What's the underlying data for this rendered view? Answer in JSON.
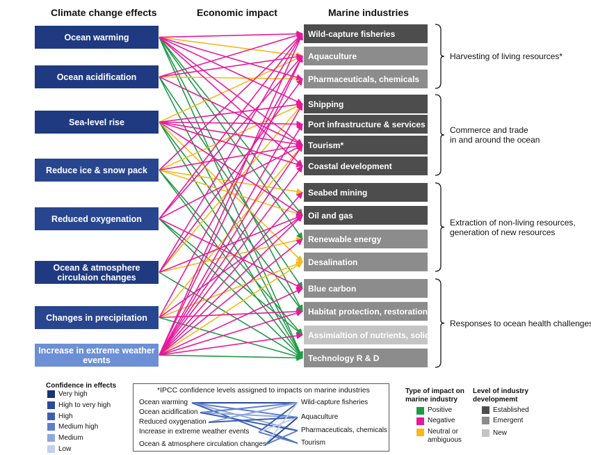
{
  "headers": {
    "effects": "Climate change effects",
    "impact": "Economic impact",
    "industries": "Marine industries"
  },
  "effects": [
    {
      "label": "Ocean warming",
      "color": "#1f3a80"
    },
    {
      "label": "Ocean acidification",
      "color": "#1f3a80"
    },
    {
      "label": "Sea-level rise",
      "color": "#1f3a80"
    },
    {
      "label": "Reduce ice & snow pack",
      "color": "#28468f"
    },
    {
      "label": "Reduced oxygenation",
      "color": "#28468f"
    },
    {
      "label": "Ocean & atmosphere circulaion changes",
      "color": "#1f3a80"
    },
    {
      "label": "Changes in precipitation",
      "color": "#28468f"
    },
    {
      "label": "Increase in extreme weather events",
      "color": "#6c8fd6"
    }
  ],
  "industries": [
    {
      "label": "Wild-capture fisheries",
      "level": "established"
    },
    {
      "label": "Aquaculture",
      "level": "emergent"
    },
    {
      "label": "Pharmaceuticals, chemicals",
      "level": "emergent"
    },
    {
      "label": "Shipping",
      "level": "established"
    },
    {
      "label": "Port infrastructure & services",
      "level": "established"
    },
    {
      "label": "Tourism*",
      "level": "established"
    },
    {
      "label": "Coastal development",
      "level": "established"
    },
    {
      "label": "Seabed mining",
      "level": "established"
    },
    {
      "label": "Oil and gas",
      "level": "established"
    },
    {
      "label": "Renewable energy",
      "level": "emergent"
    },
    {
      "label": "Desalination",
      "level": "emergent"
    },
    {
      "label": "Blue carbon",
      "level": "emergent"
    },
    {
      "label": "Habitat protection, restoration",
      "level": "emergent"
    },
    {
      "label": "Assimialtion of nutrients, solid waste",
      "level": "new"
    },
    {
      "label": "Technology R & D",
      "level": "emergent"
    }
  ],
  "groups": [
    {
      "label": "Harvesting of living resources*",
      "first": 0,
      "last": 2
    },
    {
      "label": "Commerce and trade\nin and around the ocean",
      "first": 3,
      "last": 6
    },
    {
      "label": "Extraction of non-living resources,\ngeneration of new resources",
      "first": 7,
      "last": 10
    },
    {
      "label": "Responses to ocean health challenges",
      "first": 11,
      "last": 14
    }
  ],
  "impact_colors": {
    "positive": "#1f9a48",
    "negative": "#e6199b",
    "neutral": "#f6b91a"
  },
  "links": [
    {
      "from": 0,
      "to": 0,
      "type": "negative"
    },
    {
      "from": 0,
      "to": 1,
      "type": "neutral"
    },
    {
      "from": 0,
      "to": 2,
      "type": "negative"
    },
    {
      "from": 0,
      "to": 3,
      "type": "negative"
    },
    {
      "from": 0,
      "to": 5,
      "type": "negative"
    },
    {
      "from": 0,
      "to": 6,
      "type": "negative"
    },
    {
      "from": 0,
      "to": 8,
      "type": "positive"
    },
    {
      "from": 0,
      "to": 9,
      "type": "positive"
    },
    {
      "from": 0,
      "to": 12,
      "type": "positive"
    },
    {
      "from": 0,
      "to": 14,
      "type": "positive"
    },
    {
      "from": 1,
      "to": 0,
      "type": "negative"
    },
    {
      "from": 1,
      "to": 1,
      "type": "negative"
    },
    {
      "from": 1,
      "to": 2,
      "type": "neutral"
    },
    {
      "from": 1,
      "to": 5,
      "type": "negative"
    },
    {
      "from": 1,
      "to": 11,
      "type": "positive"
    },
    {
      "from": 1,
      "to": 14,
      "type": "positive"
    },
    {
      "from": 2,
      "to": 1,
      "type": "neutral"
    },
    {
      "from": 2,
      "to": 3,
      "type": "negative"
    },
    {
      "from": 2,
      "to": 4,
      "type": "negative"
    },
    {
      "from": 2,
      "to": 5,
      "type": "negative"
    },
    {
      "from": 2,
      "to": 6,
      "type": "negative"
    },
    {
      "from": 2,
      "to": 8,
      "type": "negative"
    },
    {
      "from": 2,
      "to": 10,
      "type": "neutral"
    },
    {
      "from": 2,
      "to": 12,
      "type": "positive"
    },
    {
      "from": 2,
      "to": 14,
      "type": "positive"
    },
    {
      "from": 3,
      "to": 0,
      "type": "negative"
    },
    {
      "from": 3,
      "to": 3,
      "type": "neutral"
    },
    {
      "from": 3,
      "to": 5,
      "type": "negative"
    },
    {
      "from": 3,
      "to": 7,
      "type": "neutral"
    },
    {
      "from": 3,
      "to": 8,
      "type": "neutral"
    },
    {
      "from": 3,
      "to": 13,
      "type": "positive"
    },
    {
      "from": 3,
      "to": 14,
      "type": "positive"
    },
    {
      "from": 4,
      "to": 0,
      "type": "negative"
    },
    {
      "from": 4,
      "to": 1,
      "type": "negative"
    },
    {
      "from": 4,
      "to": 5,
      "type": "negative"
    },
    {
      "from": 4,
      "to": 11,
      "type": "negative"
    },
    {
      "from": 4,
      "to": 13,
      "type": "positive"
    },
    {
      "from": 4,
      "to": 14,
      "type": "positive"
    },
    {
      "from": 5,
      "to": 0,
      "type": "negative"
    },
    {
      "from": 5,
      "to": 2,
      "type": "negative"
    },
    {
      "from": 5,
      "to": 3,
      "type": "neutral"
    },
    {
      "from": 5,
      "to": 8,
      "type": "negative"
    },
    {
      "from": 5,
      "to": 9,
      "type": "neutral"
    },
    {
      "from": 5,
      "to": 14,
      "type": "positive"
    },
    {
      "from": 6,
      "to": 1,
      "type": "negative"
    },
    {
      "from": 6,
      "to": 5,
      "type": "neutral"
    },
    {
      "from": 6,
      "to": 8,
      "type": "negative"
    },
    {
      "from": 6,
      "to": 10,
      "type": "neutral"
    },
    {
      "from": 6,
      "to": 12,
      "type": "negative"
    },
    {
      "from": 6,
      "to": 14,
      "type": "positive"
    },
    {
      "from": 7,
      "to": 0,
      "type": "negative"
    },
    {
      "from": 7,
      "to": 1,
      "type": "negative"
    },
    {
      "from": 7,
      "to": 3,
      "type": "negative"
    },
    {
      "from": 7,
      "to": 4,
      "type": "negative"
    },
    {
      "from": 7,
      "to": 5,
      "type": "negative"
    },
    {
      "from": 7,
      "to": 6,
      "type": "negative"
    },
    {
      "from": 7,
      "to": 7,
      "type": "negative"
    },
    {
      "from": 7,
      "to": 8,
      "type": "negative"
    },
    {
      "from": 7,
      "to": 9,
      "type": "negative"
    },
    {
      "from": 7,
      "to": 10,
      "type": "neutral"
    },
    {
      "from": 7,
      "to": 11,
      "type": "negative"
    },
    {
      "from": 7,
      "to": 12,
      "type": "negative"
    },
    {
      "from": 7,
      "to": 13,
      "type": "negative"
    },
    {
      "from": 7,
      "to": 14,
      "type": "positive"
    }
  ],
  "legend_confidence": {
    "title": "Confidence in effects",
    "items": [
      {
        "label": "Very high",
        "color": "#173377"
      },
      {
        "label": "High to very high",
        "color": "#2a4a9a"
      },
      {
        "label": "High",
        "color": "#3b5eb2"
      },
      {
        "label": "Medium high",
        "color": "#5e7fcc"
      },
      {
        "label": "Medium",
        "color": "#8ea8df"
      },
      {
        "label": "Low",
        "color": "#c3d0ef"
      }
    ]
  },
  "ipcc": {
    "title": "*IPCC confidence levels assigned to impacts on marine industries",
    "effects": [
      "Ocean warming",
      "Ocean acidification",
      "Reduced oxygenation",
      "Increase in extreme weather events",
      "Ocean & atmosphere circulation changes"
    ],
    "industries": [
      "Wild-capture fisheries",
      "Aquaculture",
      "Pharmaceuticals, chemicals",
      "Tourism"
    ]
  },
  "legend_impact": {
    "title": "Type of impact on\nmarine industry",
    "items": [
      {
        "label": "Positive",
        "color": "#1f9a48"
      },
      {
        "label": "Negative",
        "color": "#e6199b"
      },
      {
        "label": "Neutral or\nambiguous",
        "color": "#f6b91a"
      }
    ]
  },
  "legend_level": {
    "title": "Level of industry\ndevelopmemt",
    "items": [
      {
        "label": "Established",
        "color": "#4d4d4d"
      },
      {
        "label": "Emergent",
        "color": "#8c8c8c"
      },
      {
        "label": "New",
        "color": "#c4c4c4"
      }
    ]
  }
}
